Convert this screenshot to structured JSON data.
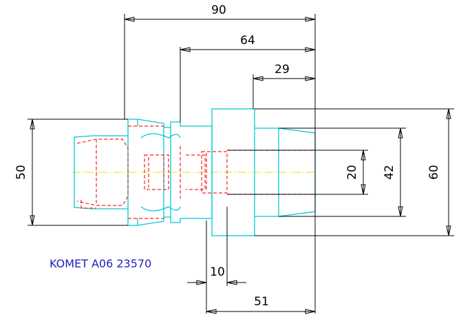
{
  "drawing": {
    "label": "KOMET A06 23570",
    "label_color": "#2020c0",
    "outline_color": "#00c8d8",
    "hidden_line_color": "#ff2020",
    "axis_color": "#e8e000",
    "dimensions": {
      "overall_length": "90",
      "length_64": "64",
      "length_29": "29",
      "length_51": "51",
      "flange_width": "10",
      "diameter_50": "50",
      "diameter_20": "20",
      "diameter_42": "42",
      "diameter_60": "60"
    }
  }
}
